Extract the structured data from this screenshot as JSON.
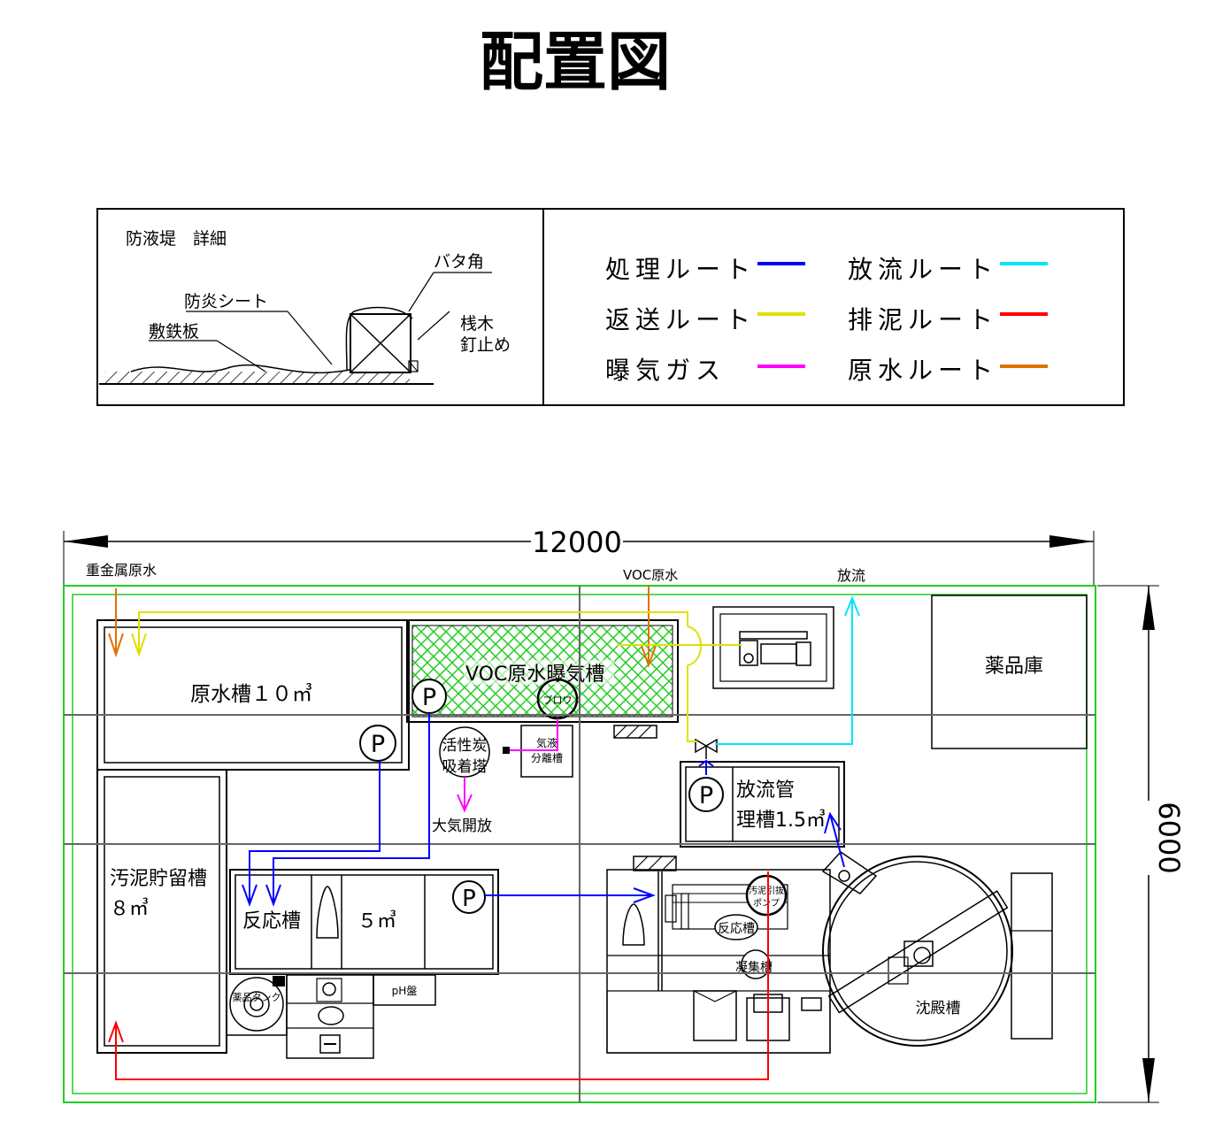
{
  "title": "配置図",
  "detail": {
    "heading": "防液堤　詳細",
    "bata": "バタ角",
    "sheet": "防炎シート",
    "plate": "敷鉄板",
    "stake1": "桟木",
    "stake2": "釘止め"
  },
  "legend": [
    {
      "label": "処理ルート",
      "color": "#0000ff"
    },
    {
      "label": "返送ルート",
      "color": "#e0e000"
    },
    {
      "label": "曝気ガス",
      "color": "#ff00ff"
    },
    {
      "label": "放流ルート",
      "color": "#00e5ff"
    },
    {
      "label": "排泥ルート",
      "color": "#ff0000"
    },
    {
      "label": "原水ルート",
      "color": "#e07000"
    }
  ],
  "dims": {
    "width": "12000",
    "height": "6000"
  },
  "labels": {
    "heavy_metal": "重金属原水",
    "voc_raw": "VOC原水",
    "discharge": "放流",
    "raw_tank": "原水槽１０㎥",
    "voc_tank": "VOC原水曝気槽",
    "carbon1": "活性炭",
    "carbon2": "吸着塔",
    "separator1": "気液",
    "separator2": "分離槽",
    "blower": "ブロワ",
    "atmos": "大気開放",
    "sludge1": "汚泥貯留槽",
    "sludge2": "８㎥",
    "reaction": "反応槽",
    "reaction_vol": "５㎥",
    "chem_tank": "薬品タンク",
    "ph": "pH盤",
    "discharge_tank1": "放流管",
    "discharge_tank2": "理槽1.5㎥",
    "sludge_pump1": "汚泥引抜",
    "sludge_pump2": "ポンプ",
    "reaction_small": "反応槽",
    "coag": "凝集槽",
    "settling": "沈殿槽",
    "storage": "薬品庫",
    "pump": "P"
  }
}
